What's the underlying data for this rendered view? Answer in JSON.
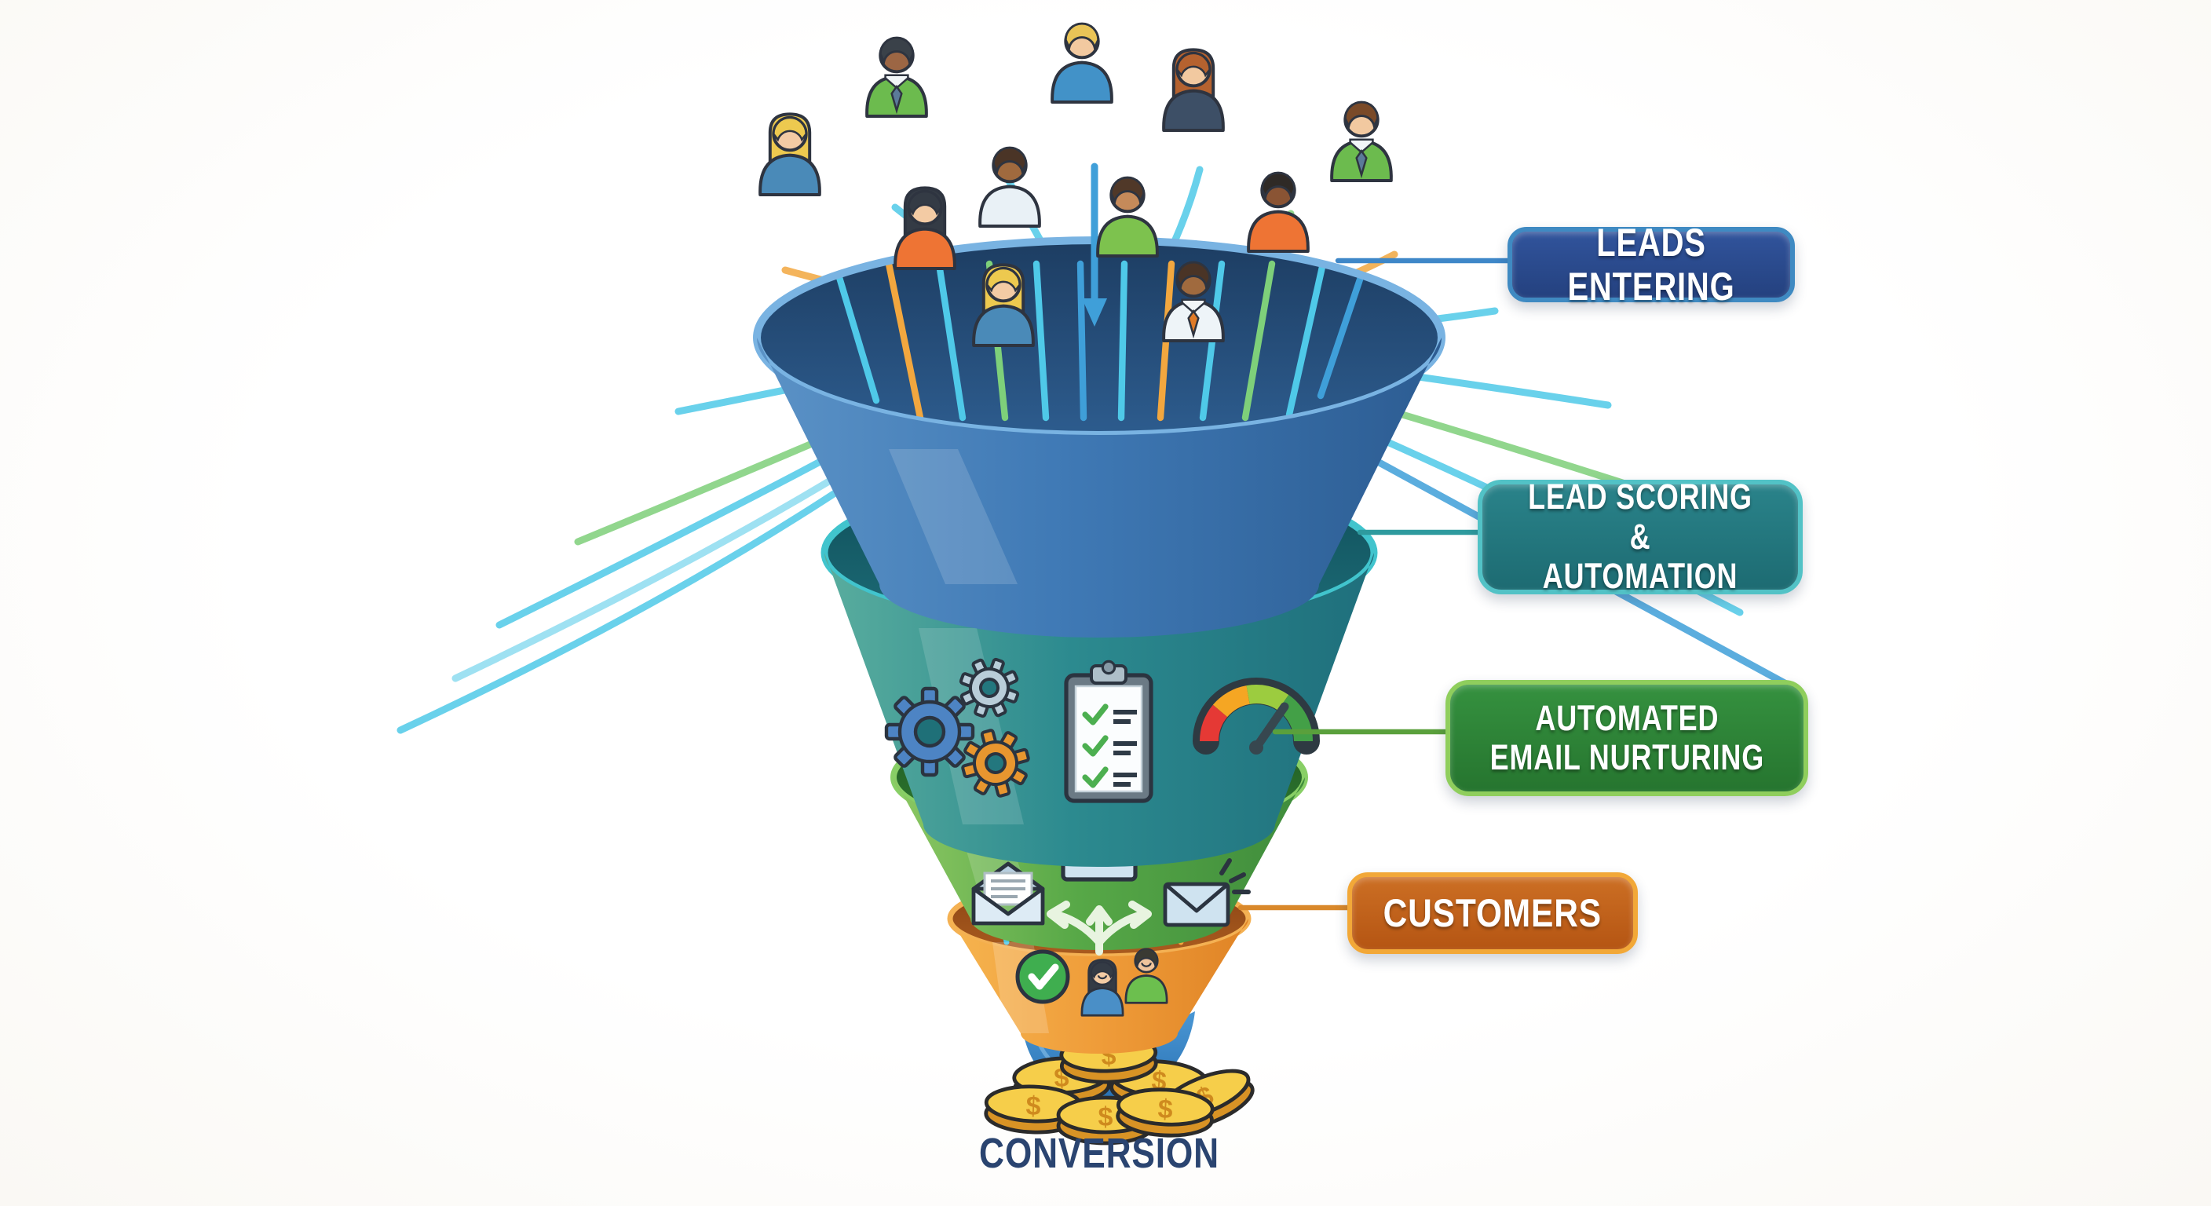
{
  "background_color": "#fbfbf9",
  "funnel": {
    "stages": [
      {
        "name": "leads-entering",
        "label": "LEADS ENTERING",
        "badge_bg": "#2b4c90",
        "badge_border": "#3f8ac2",
        "connector_color": "#3e87c8",
        "body_color": "#3f79b5",
        "rim_color": "#79b3e2"
      },
      {
        "name": "lead-scoring-automation",
        "label": "LEAD SCORING &\nAUTOMATION",
        "badge_bg": "#236f76",
        "badge_border": "#52c2c6",
        "connector_color": "#2e9a9e",
        "body_color": "#2c8a8f",
        "rim_color": "#41c4cd"
      },
      {
        "name": "automated-email-nurturing",
        "label": "AUTOMATED\nEMAIL NURTURING",
        "badge_bg": "#2e8540",
        "badge_border": "#8fce5d",
        "connector_color": "#5aa03c",
        "body_color": "#57a847",
        "rim_color": "#88cf66"
      },
      {
        "name": "customers",
        "label": "CUSTOMERS",
        "badge_bg": "#c2611d",
        "badge_border": "#f2a838",
        "connector_color": "#d9882a",
        "body_color": "#ef9c39",
        "rim_color": "#f4b153"
      }
    ],
    "caption": "CONVERSION",
    "caption_color": "#2a4470"
  },
  "coins": {
    "symbol": "$",
    "face_color": "#f6ce4a",
    "side_color": "#d89325"
  },
  "stream_line_colors": [
    "#4fc9e8",
    "#3f9fd9",
    "#7ed07a",
    "#f2a73f"
  ],
  "icons": {
    "stage2": [
      "gears-icon",
      "checklist-icon",
      "gauge-icon"
    ],
    "stage3": [
      "open-envelope-icon",
      "envelope-icon",
      "notification-envelope-icon",
      "branch-arrows-icon"
    ],
    "stage4": [
      "check-circle-icon",
      "customer-pair-icon"
    ],
    "top": [
      "lead-person-icons",
      "stream-lines",
      "down-arrow-icon"
    ],
    "bottom": [
      "coins-icon"
    ]
  }
}
